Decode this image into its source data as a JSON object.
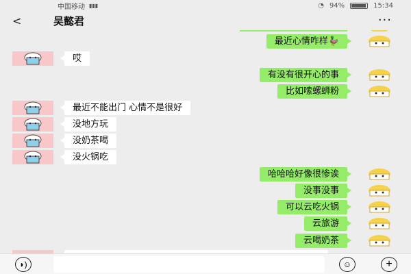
{
  "status_bar": {
    "carrier": "中国移动",
    "battery": "94%",
    "time": "15:34"
  },
  "header": {
    "title": "吴懿君"
  },
  "messages": [
    {
      "side": "out",
      "text": "最近心情咋样🦆"
    },
    {
      "side": "in",
      "text": "哎"
    },
    {
      "side": "out",
      "text": "有没有很开心的事"
    },
    {
      "side": "out",
      "text": "比如嗦螺蛳粉"
    },
    {
      "side": "in",
      "text": "最近不能出门 心情不是很好"
    },
    {
      "side": "in",
      "text": "没地方玩"
    },
    {
      "side": "in",
      "text": "没奶茶喝"
    },
    {
      "side": "in",
      "text": "没火锅吃"
    },
    {
      "side": "out",
      "text": "哈哈哈好像很惨诶"
    },
    {
      "side": "out",
      "text": "没事没事"
    },
    {
      "side": "out",
      "text": "可以云吃火锅"
    },
    {
      "side": "out",
      "text": "云旅游"
    },
    {
      "side": "out",
      "text": "云喝奶茶"
    }
  ],
  "input": {
    "value": "",
    "placeholder": ""
  },
  "icons": {
    "back": "back-icon",
    "more": "more-icon",
    "voice": "voice-icon",
    "emoji": "emoji-icon",
    "plus": "plus-icon"
  },
  "colors": {
    "background": "#ededed",
    "out_bubble": "#95ec69",
    "in_bubble": "#ffffff",
    "left_avatar_bg": "#f7c7c9"
  }
}
